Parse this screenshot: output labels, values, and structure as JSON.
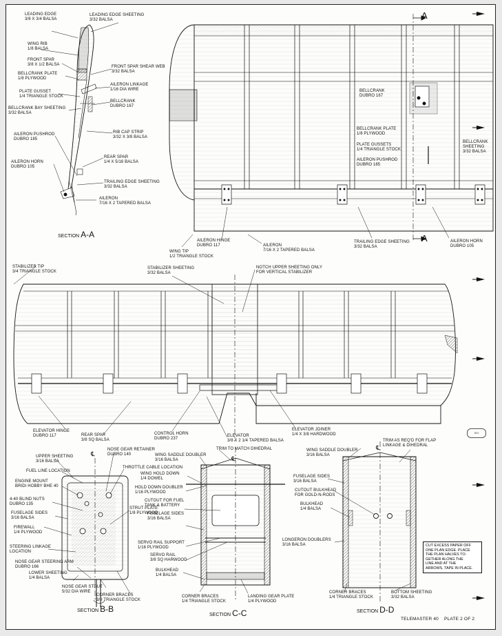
{
  "wing_section": {
    "title_prefix": "SECTION",
    "title_letters": "A-A",
    "labels": {
      "leading_edge": "LEADING EDGE\n3/8 X 3/4 BALSA",
      "leading_edge_sheeting": "LEADING EDGE SHEETING\n3/32 BALSA",
      "wing_rib": "WING RIB\n1/8 BALSA",
      "front_spar": "FRONT SPAR\n3/8 X 1/2 BALSA",
      "bellcrank_plate": "BELLCRANK PLATE\n1/8 PLYWOOD",
      "plate_gusset": "PLATE GUSSET\n1/4 TRIANGLE STOCK",
      "bellcrank_bay_sheeting": "BELLCRANK BAY SHEETING\n3/32 BALSA",
      "aileron_pushrod": "AILERON PUSHROD\nDUBRO 185",
      "aileron_horn": "AILERON HORN\nDUBRO 105",
      "front_spar_shear_web": "FRONT SPAR SHEAR WEB\n3/32 BALSA",
      "aileron_linkage": "AILERON LINKAGE\n1/16 DIA WIRE",
      "bellcrank": "BELLCRANK\nDUBRO 167",
      "rib_cap_strip": "RIB CAP STRIP\n3/32 X 3/8 BALSA",
      "rear_spar": "REAR SPAR\n1/4 X 5/16 BALSA",
      "trailing_edge_sheeting": "TRAILING EDGE SHEETING\n3/32 BALSA",
      "aileron": "AILERON\n7/16 X 2 TAPERED BALSA"
    }
  },
  "wing_plan": {
    "cut_letter_top": "A",
    "cut_letter_bottom": "A",
    "labels": {
      "bellcrank": "BELLCRANK\nDUBRO 167",
      "bellcrank_plate": "BELLCRANK PLATE\n1/8 PLYWOOD",
      "plate_gussets": "PLATE GUSSETS\n1/4 TRIANGLE STOCK",
      "aileron_pushrod": "AILERON PUSHROD\nDUBRO 185",
      "bellcrank_sheeting": "BELLCRANK\nSHEETING\n3/32 BALSA",
      "aileron_hinge": "AILERON HINGE\nDUBRO 117",
      "wing_tip": "WING TIP\n1/2 TRIANGLE STOCK",
      "aileron": "AILERON\n7/16 X 2 TAPERED BALSA",
      "trailing_edge_sheeting": "TRAILING EDGE SHEETING\n3/32 BALSA",
      "aileron_horn": "AILERON HORN\nDUBRO 105"
    }
  },
  "stabilizer": {
    "labels": {
      "stabilizer_tip": "STABILIZER TIP\n3/4 TRIANGLE STOCK",
      "stabilizer_sheeting": "STABILIZER SHEETING\n3/32 BALSA",
      "notch": "NOTCH UPPER SHEETING ONLY\nFOR VERTICAL STABILIZER",
      "elevator_hinge": "ELEVATOR HINGE\nDUBRO 117",
      "rear_spar": "REAR SPAR\n3/8 SQ BALSA",
      "control_horn": "CONTROL HORN\nDUBRO 237",
      "elevator": "ELEVATOR\n3/8 X 2 1/4 TAPERED BALSA",
      "elevator_joiner": "ELEVATOR JOINER\n1/4 X 3/8 HARDWOOD"
    }
  },
  "section_b": {
    "title_prefix": "SECTION",
    "title_letters": "B-B",
    "centerline": "℄",
    "labels": {
      "upper_sheeting": "UPPER SHEETING\n3/16 BALSA",
      "fuel_line_location": "FUEL LINE LOCATION",
      "engine_mount": "ENGINE MOUNT\nBRIDI HOBBY BHE 40",
      "blind_nuts": "4-40 BLIND NUTS\nDUBRO 135",
      "fuselage_sides": "FUSELAGE SIDES\n3/16 BALSA",
      "firewall": "FIREWALL\n1/4 PLYWOOD",
      "steering_linkage": "STEERING LINKAGE\nLOCATION",
      "nose_gear_steering_arm": "NOSE GEAR STEERING ARM\nDUBRO 166",
      "lower_sheeting": "LOWER SHEETING\n1/4 BALSA",
      "nose_gear_retainer": "NOSE GEAR RETAINER\nDUBRO 140",
      "throttle_cable": "THROTTLE CABLE LOCATION",
      "strut_plate": "STRUT PLATE\n1/8 PLYWOOD",
      "nose_gear_strut": "NOSE GEAR STRUT\n5/32 DIA WIRE",
      "corner_braces": "CORNER BRACES\n3/8 TRIANGLE STOCK"
    }
  },
  "section_c": {
    "title_prefix": "SECTION",
    "title_letters": "C-C",
    "centerline": "℄",
    "labels": {
      "wing_saddle_doubler": "WING SADDLE DOUBLER\n3/16 BALSA",
      "trim_dihedral": "TRIM TO MATCH DIHEDRAL",
      "wing_hold_down": "WING HOLD DOWN\n1/4 DOWEL",
      "hold_down_doubler": "HOLD DOWN DOUBLER\n1/16 PLYWOOD",
      "cutout_fuel": "CUTOUT FOR FUEL\nTANK & BATTERY",
      "fuselage_sides": "FUSELAGE SIDES\n3/16 BALSA",
      "servo_rail_support": "SERVO RAIL SUPPORT\n1/16 PLYWOOD",
      "servo_rail": "SERVO RAIL\n3/8 SQ HARWOOD",
      "bulkhead": "BULKHEAD\n1/4 BALSA",
      "corner_braces": "CORNER BRACES\n1/4 TRIANGLE STOCK",
      "landing_gear_plate": "LANDING GEAR PLATE\n1/4 PLYWOOD"
    }
  },
  "section_d": {
    "title_prefix": "SECTION",
    "title_letters": "D-D",
    "centerline": "℄",
    "labels": {
      "trim_flap": "TRIM AS REQ'D FOR FLAP\nLINKAGE & DIHEDRAL",
      "wing_saddle_doubler": "WING SADDLE DOUBLER\n3/16 BALSA",
      "fuselage_sides": "FUSELAGE SIDES\n3/16 BALSA",
      "cutout_bulkhead": "CUTOUT BULKHEAD\nFOR GOLD-N-RODS",
      "bulkhead": "BULKHEAD\n1/4 BALSA",
      "longeron_doublers": "LONGERON DOUBLERS\n3/16 BALSA",
      "corner_braces": "CORNER BRACES\n1/4 TRIANGLE STOCK",
      "bottom_sheeting": "BOTTOM SHEETING\n3/32 BALSA"
    }
  },
  "note": {
    "lines": [
      "CUT EXCESS PAPER OFF",
      "ONE PLAN EDGE. PLACE",
      "THE PLAN HALVES TO-",
      "GETHER ALONG THE",
      "LINE AND AT THE",
      "ARROWS, TAPE IN PLACE."
    ]
  },
  "footer": {
    "text": "TELEMASTER 40    PLATE 2 OF 2"
  },
  "stamp": {
    "text": "SIG"
  }
}
